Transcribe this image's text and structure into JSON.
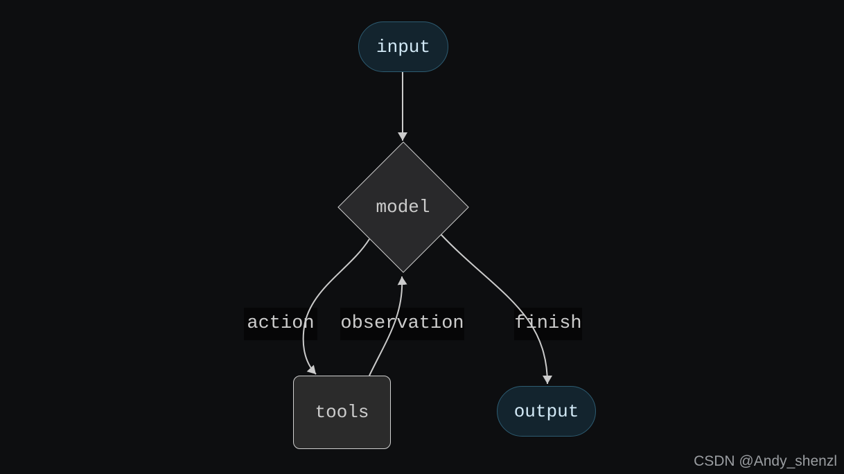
{
  "diagram": {
    "type": "flowchart",
    "nodes": {
      "input": {
        "label": "input",
        "shape": "stadium"
      },
      "model": {
        "label": "model",
        "shape": "diamond"
      },
      "tools": {
        "label": "tools",
        "shape": "rounded-rect"
      },
      "output": {
        "label": "output",
        "shape": "stadium"
      }
    },
    "edges": [
      {
        "from": "input",
        "to": "model",
        "label": ""
      },
      {
        "from": "model",
        "to": "tools",
        "label": "action"
      },
      {
        "from": "tools",
        "to": "model",
        "label": "observation"
      },
      {
        "from": "model",
        "to": "output",
        "label": "finish"
      }
    ],
    "edge_labels": {
      "action": "action",
      "observation": "observation",
      "finish": "finish"
    },
    "colors": {
      "background": "#0d0e10",
      "edge": "#cccccc",
      "edge_label_bg": "#060607",
      "gray_node_fill": "#2b2b2b",
      "gray_node_border": "#d2d2d2",
      "gray_text": "#cccccc",
      "teal_node_fill": "#13242e",
      "teal_node_border": "#2d5c72",
      "teal_text": "#d2e9f6"
    }
  },
  "watermark": {
    "text": "CSDN @Andy_shenzl"
  }
}
